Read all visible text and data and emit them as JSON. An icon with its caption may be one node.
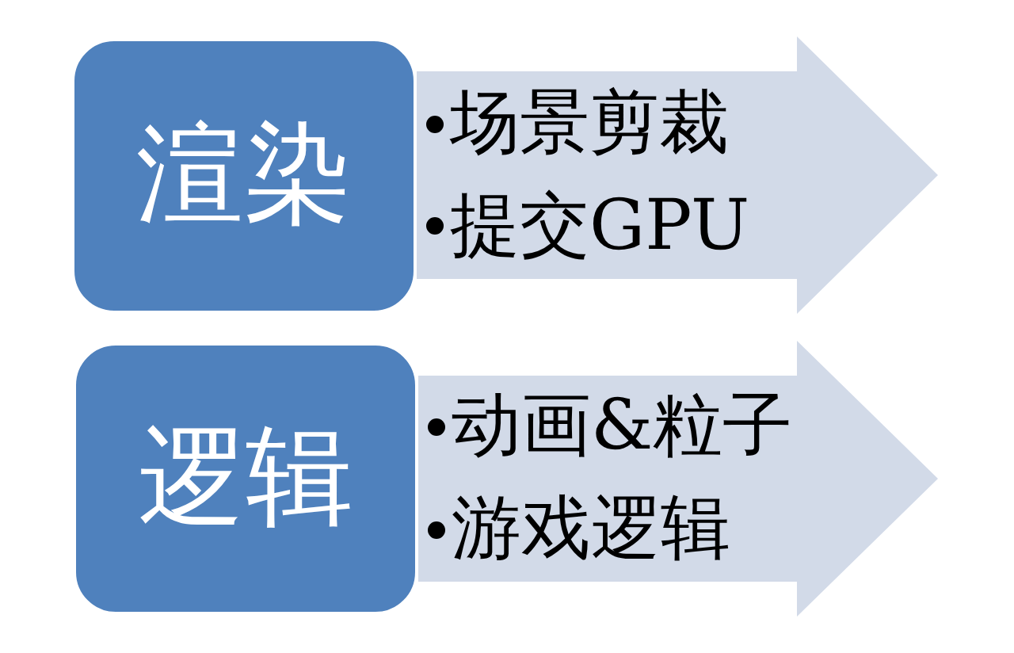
{
  "diagram": {
    "nodes": [
      {
        "text": [
          "渲染"
        ]
      },
      {
        "text": [
          "场景剪裁",
          "提交GPU"
        ]
      },
      {
        "text": [
          "逻辑"
        ]
      },
      {
        "text": [
          "动画&粒子",
          "游戏逻辑"
        ]
      }
    ]
  }
}
